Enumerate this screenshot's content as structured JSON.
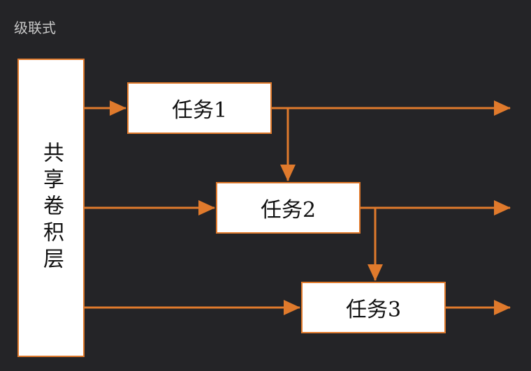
{
  "caption": "级联式",
  "shared_layer": {
    "label": "共享卷积层"
  },
  "tasks": [
    {
      "label": "任务1"
    },
    {
      "label": "任务2"
    },
    {
      "label": "任务3"
    }
  ],
  "colors": {
    "background": "#242427",
    "arrow": "#e07a2c",
    "box_fill": "#ffffff",
    "box_border": "#e07a2c",
    "caption_text": "#c8c8c8"
  }
}
